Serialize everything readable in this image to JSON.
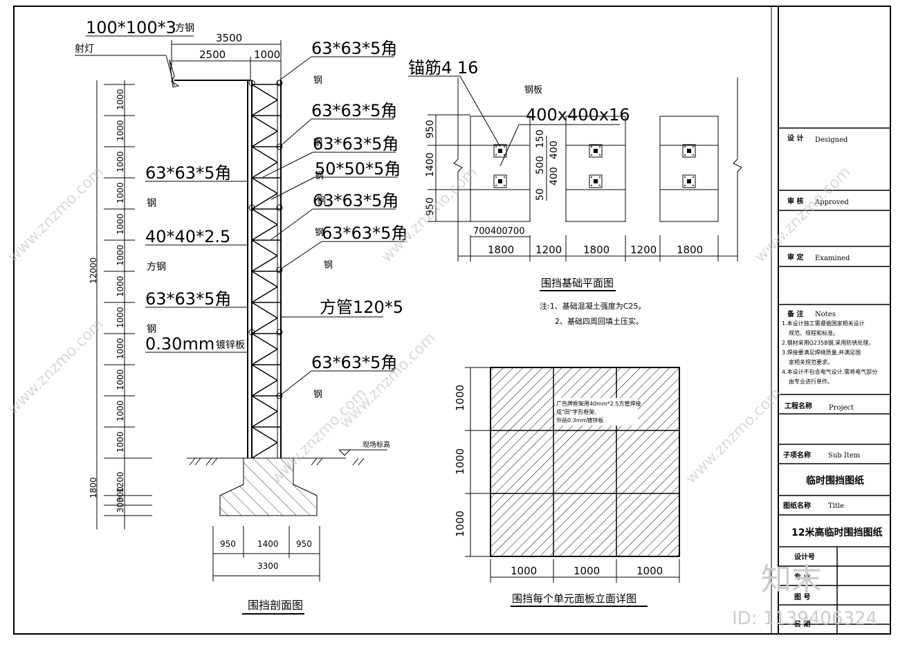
{
  "section": {
    "top_steel": "100*100*3",
    "top_steel_suffix": "方钢",
    "floodlight": "射灯",
    "dim_3500": "3500",
    "dim_2500": "2500",
    "dim_1000": "1000",
    "callouts": [
      {
        "main": "63*63*5角",
        "sub": "钢"
      },
      {
        "main": "63*63*5角",
        "sub": "钢"
      },
      {
        "main": "63*63*5角",
        "sub": "钢"
      },
      {
        "main": "50*50*5角",
        "sub": "钢"
      },
      {
        "main": "63*63*5角",
        "sub": "钢"
      },
      {
        "main": "63*63*5角",
        "sub": "钢"
      },
      {
        "main": "63*63*5角",
        "sub": "钢"
      }
    ],
    "left_labels": [
      {
        "main": "63*63*5角",
        "sub": "钢"
      },
      {
        "main": "40*40*2.5",
        "sub": "方钢"
      },
      {
        "main": "63*63*5角",
        "sub": "钢"
      },
      {
        "main": "0.30mm",
        "sub": "镀锌板"
      }
    ],
    "square_tube": "方管120*5",
    "ground_label": "现场标高",
    "vdims": [
      "1000",
      "1000",
      "1000",
      "1000",
      "1000",
      "1000",
      "1000",
      "1000",
      "1000",
      "1000",
      "1000",
      "1000"
    ],
    "total_height": "12000",
    "footing_vdims": [
      "1200",
      "300",
      "300"
    ],
    "footing_total": "1800",
    "bottom_dims": [
      "950",
      "1400",
      "950"
    ],
    "bottom_total": "3300",
    "title": "围挡剖面图"
  },
  "plan": {
    "anchor": "锚筋4 16",
    "plate_label": "钢板",
    "plate_size": "400x400x16",
    "vdims_left": [
      "950",
      "1400",
      "950"
    ],
    "vdims_mid": [
      "150",
      "400",
      "500",
      "400",
      "50"
    ],
    "top_dims": [
      "700",
      "400",
      "700"
    ],
    "spans": [
      "1800",
      "1200",
      "1800",
      "1200",
      "1800"
    ],
    "title": "围挡基础平面图",
    "notes": [
      "注:1、基础混凝土强度为C25。",
      "2、基础四周回填土压实。"
    ]
  },
  "panel": {
    "col_dims": [
      "1000",
      "1000",
      "1000"
    ],
    "row_dims": [
      "1000",
      "1000",
      "1000"
    ],
    "notes": [
      "广告牌框架用40mm*2.5方管焊接",
      "成\"田\"字形框架,",
      "外贴0.3mm镀锌板"
    ],
    "title": "围挡每个单元面板立面详图"
  },
  "title_block": {
    "designed": "设 计",
    "designed_en": "Designed",
    "approved": "审 核",
    "approved_en": "Approved",
    "examined": "审 定",
    "examined_en": "Examined",
    "notes_title": "备 注",
    "notes_en": "Notes",
    "notes": [
      "1.本设计施工需遵循国家相关设计",
      "规范、规程和标准。",
      "2.钢材采用Q235B钢,采用防锈处理。",
      "3.焊接要满足焊缝质量,并满足国",
      "家相关规范要求。",
      "4.本设计不包含电气设计,需将电气部分",
      "由专业进行单作。"
    ],
    "project": "工程名称",
    "project_en": "Project",
    "sub_item": "子项名称",
    "sub_item_en": "Sub Item",
    "sub_item_value": "临时围挡图纸",
    "drawing_name": "图纸名称",
    "drawing_name_en": "Title",
    "drawing_name_value": "12米高临时围挡图纸",
    "design_no": "设计号",
    "specialty": "专 业",
    "drawing_no": "图 号",
    "date": "日 期"
  },
  "watermark": {
    "logo": "知末",
    "site": "www.znzmo.com",
    "id": "ID: 1139406324"
  }
}
